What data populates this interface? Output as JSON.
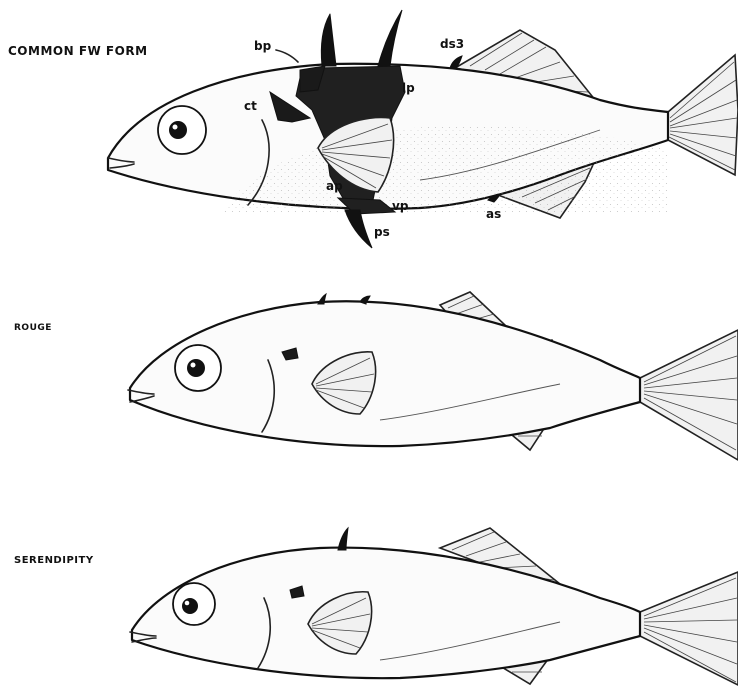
{
  "rows": [
    {
      "label": "COMMON FW FORM"
    },
    {
      "label": "ROUGE"
    },
    {
      "label": "SERENDIPITY"
    }
  ],
  "annotations": {
    "bp": "bp",
    "lp": "lp",
    "ct": "ct",
    "ds3": "ds3",
    "ap": "ap",
    "vp": "vp",
    "ps": "ps",
    "as": "as"
  },
  "colors": {
    "ink": "#111111",
    "paper": "#ffffff",
    "stipple": "#f1f1f1"
  }
}
